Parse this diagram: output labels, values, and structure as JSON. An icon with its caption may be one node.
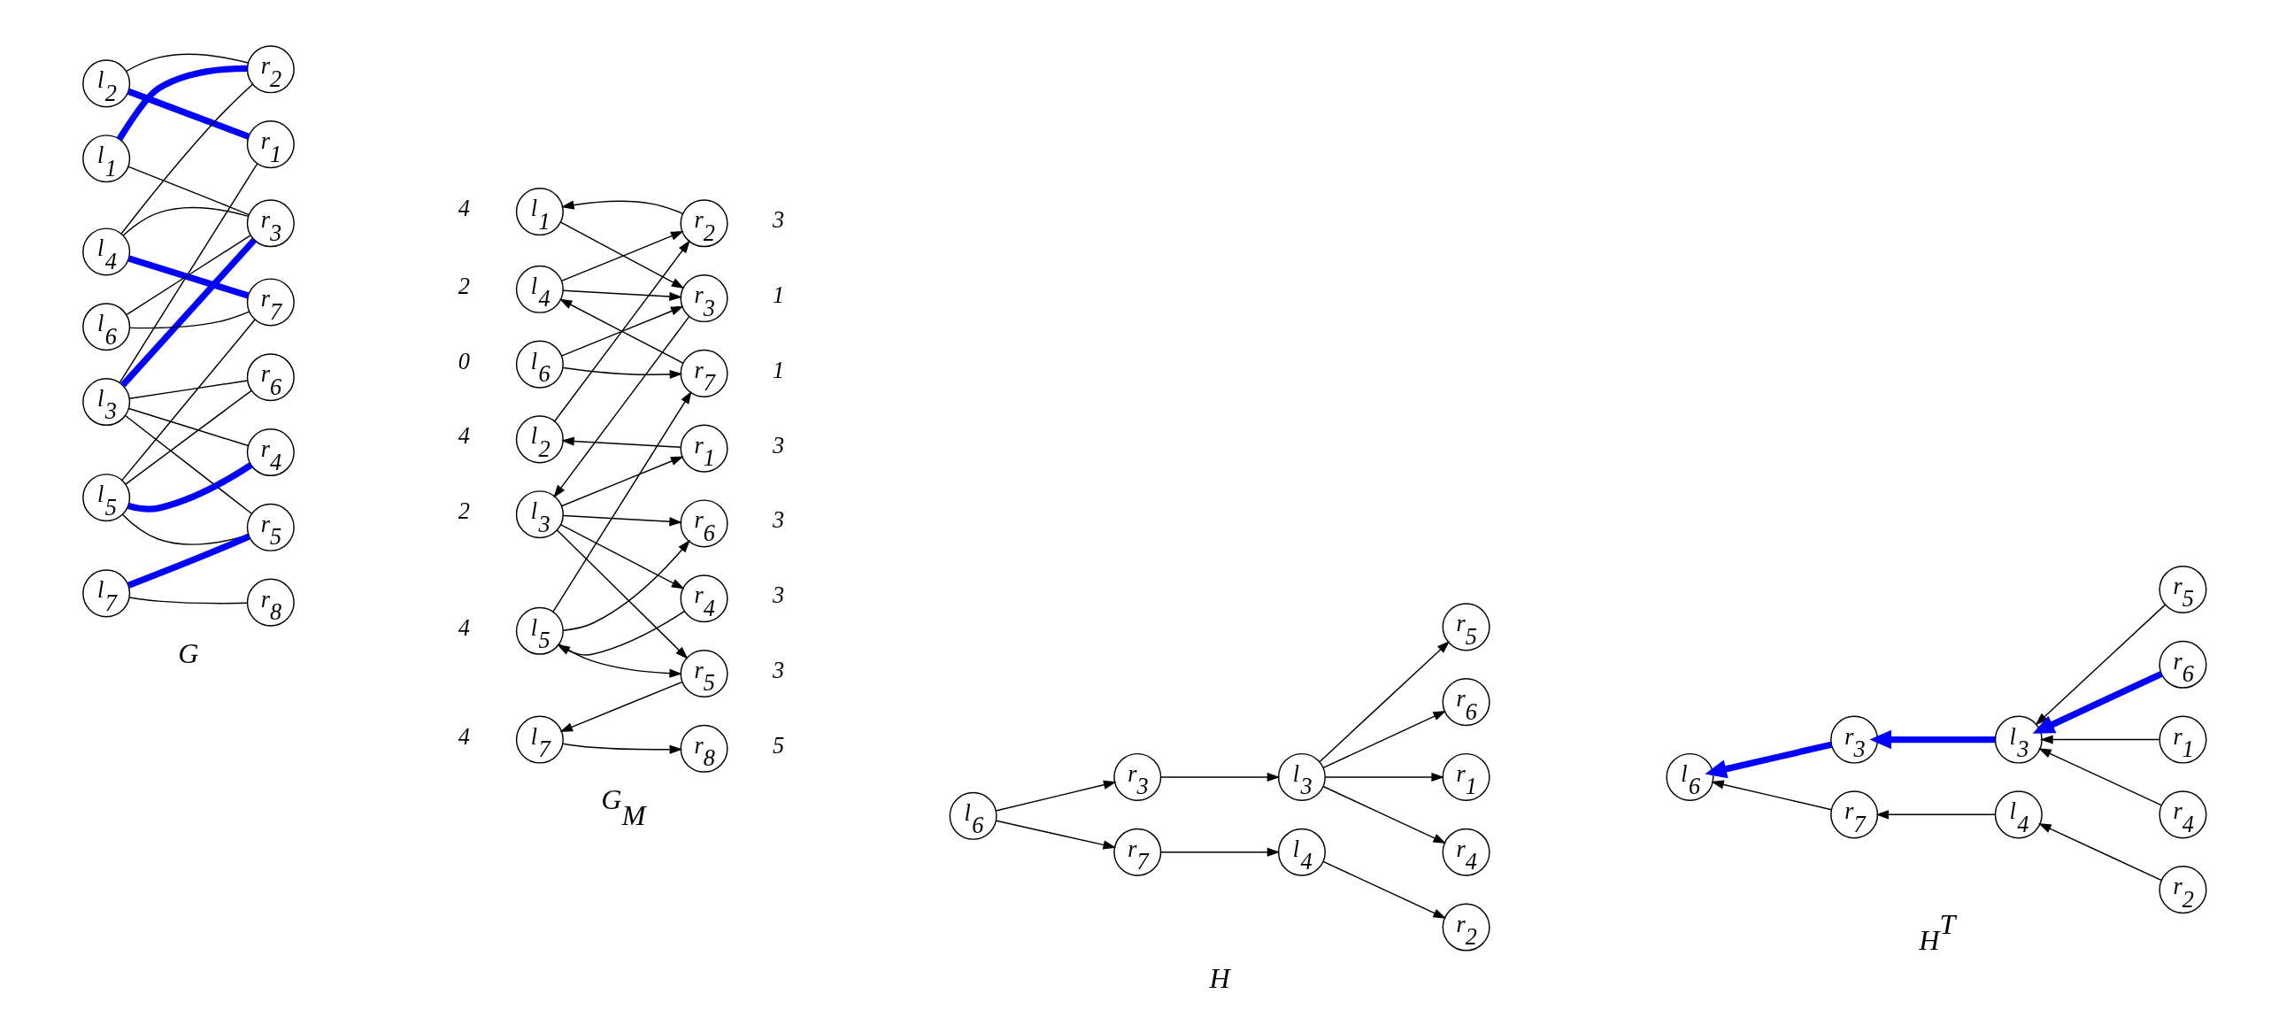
{
  "diagram": {
    "nodes": [
      {
        "text": [
          "l$_{1}$"
        ]
      },
      {
        "text": [
          "l$_{2}$"
        ]
      },
      {
        "text": [
          "l$_{3}$"
        ]
      },
      {
        "text": [
          "l$_{4}$"
        ]
      },
      {
        "text": [
          "l$_{5}$"
        ]
      },
      {
        "text": [
          "l$_{6}$"
        ]
      },
      {
        "text": [
          "l$_{7}$"
        ]
      },
      {
        "text": [
          "r$_{1}$"
        ]
      },
      {
        "text": [
          "r$_{2}$"
        ]
      },
      {
        "text": [
          "r$_{3}$"
        ]
      },
      {
        "text": [
          "r$_{4}$"
        ]
      },
      {
        "text": [
          "r$_{5}$"
        ]
      },
      {
        "text": [
          "r$_{6}$"
        ]
      },
      {
        "text": [
          "r$_{7}$"
        ]
      },
      {
        "text": [
          "r$_{8}$"
        ]
      },
      {
        "text": [
          "l$_{1}$"
        ],
        "beside": [
          "4"
        ]
      },
      {
        "text": [
          "l$_{2}$"
        ],
        "beside": [
          "4"
        ]
      },
      {
        "text": [
          "l$_{3}$"
        ],
        "beside": [
          "2"
        ]
      },
      {
        "text": [
          "l$_{4}$"
        ],
        "beside": [
          "2"
        ]
      },
      {
        "text": [
          "l$_{5}$"
        ],
        "beside": [
          "4"
        ]
      },
      {
        "text": [
          "l$_{6}$"
        ],
        "beside": [
          "0"
        ]
      },
      {
        "text": [
          "l$_{7}$"
        ],
        "beside": [
          "4"
        ]
      },
      {
        "text": [
          "r$_{1}$"
        ],
        "beside": [
          "3"
        ]
      },
      {
        "text": [
          "r$_{2}$"
        ],
        "beside": [
          "3"
        ]
      },
      {
        "text": [
          "r$_{3}$"
        ],
        "beside": [
          "1"
        ]
      },
      {
        "text": [
          "r$_{4}$"
        ],
        "beside": [
          "3"
        ]
      },
      {
        "text": [
          "r$_{5}$"
        ],
        "beside": [
          "3"
        ]
      },
      {
        "text": [
          "r$_{6}$"
        ],
        "beside": [
          "3"
        ]
      },
      {
        "text": [
          "r$_{7}$"
        ],
        "beside": [
          "1"
        ]
      },
      {
        "text": [
          "r$_{8}$"
        ],
        "beside": [
          "5"
        ]
      },
      {
        "text": [
          "l$_{6}$"
        ]
      },
      {
        "text": [
          "r$_{3}$"
        ]
      },
      {
        "text": [
          "r$_{7}$"
        ]
      },
      {
        "text": [
          "l$_{3}$"
        ]
      },
      {
        "text": [
          "l$_{4}$"
        ]
      },
      {
        "text": [
          "r$_{1}$"
        ]
      },
      {
        "text": [
          "r$_{2}$"
        ]
      },
      {
        "text": [
          "r$_{4}$"
        ]
      },
      {
        "text": [
          "r$_{5}$"
        ]
      },
      {
        "text": [
          "r$_{6}$"
        ]
      },
      {
        "text": [
          "l$_{6}$"
        ]
      },
      {
        "text": [
          "r$_{3}$"
        ]
      },
      {
        "text": [
          "r$_{7}$"
        ]
      },
      {
        "text": [
          "l$_{3}$"
        ]
      },
      {
        "text": [
          "l$_{4}$"
        ]
      },
      {
        "text": [
          "r$_{1}$"
        ]
      },
      {
        "text": [
          "r$_{2}$"
        ]
      },
      {
        "text": [
          "r$_{4}$"
        ]
      },
      {
        "text": [
          "r$_{5}$"
        ]
      },
      {
        "text": [
          "r$_{6}$"
        ]
      }
    ],
    "edges": [
      {
        "from": 0,
        "to": 8,
        "arrow": "none",
        "style": "thick",
        "color": "#0000ff"
      },
      {
        "from": 0,
        "to": 9,
        "arrow": "none"
      },
      {
        "from": 1,
        "to": 7,
        "arrow": "none",
        "style": "thick",
        "color": "#0000ff"
      },
      {
        "from": 1,
        "to": 8,
        "arrow": "none"
      },
      {
        "from": 2,
        "to": 7,
        "arrow": "none"
      },
      {
        "from": 2,
        "to": 9,
        "arrow": "none",
        "style": "thick",
        "color": "#0000ff"
      },
      {
        "from": 2,
        "to": 10,
        "arrow": "none"
      },
      {
        "from": 2,
        "to": 11,
        "arrow": "none"
      },
      {
        "from": 2,
        "to": 12,
        "arrow": "none"
      },
      {
        "from": 3,
        "to": 8,
        "arrow": "none"
      },
      {
        "from": 3,
        "to": 9,
        "arrow": "none"
      },
      {
        "from": 3,
        "to": 13,
        "arrow": "none",
        "style": "thick",
        "color": "#0000ff"
      },
      {
        "from": 4,
        "to": 10,
        "arrow": "none",
        "style": "thick",
        "color": "#0000ff"
      },
      {
        "from": 4,
        "to": 11,
        "arrow": "none"
      },
      {
        "from": 4,
        "to": 12,
        "arrow": "none"
      },
      {
        "from": 4,
        "to": 13,
        "arrow": "none"
      },
      {
        "from": 5,
        "to": 9,
        "arrow": "none"
      },
      {
        "from": 5,
        "to": 13,
        "arrow": "none"
      },
      {
        "from": 6,
        "to": 11,
        "arrow": "none",
        "style": "thick",
        "color": "#0000ff"
      },
      {
        "from": 6,
        "to": 14,
        "arrow": "none"
      },
      {
        "from": 23,
        "to": 15,
        "arrow": "to"
      },
      {
        "from": 15,
        "to": 24,
        "arrow": "to"
      },
      {
        "from": 22,
        "to": 16,
        "arrow": "to"
      },
      {
        "from": 16,
        "to": 23,
        "arrow": "to"
      },
      {
        "from": 17,
        "to": 22,
        "arrow": "to"
      },
      {
        "from": 24,
        "to": 17,
        "arrow": "to"
      },
      {
        "from": 17,
        "to": 25,
        "arrow": "to"
      },
      {
        "from": 17,
        "to": 26,
        "arrow": "to"
      },
      {
        "from": 17,
        "to": 27,
        "arrow": "to"
      },
      {
        "from": 18,
        "to": 23,
        "arrow": "to"
      },
      {
        "from": 18,
        "to": 24,
        "arrow": "to"
      },
      {
        "from": 28,
        "to": 18,
        "arrow": "to"
      },
      {
        "from": 25,
        "to": 19,
        "arrow": "to"
      },
      {
        "from": 19,
        "to": 26,
        "arrow": "to"
      },
      {
        "from": 19,
        "to": 27,
        "arrow": "to"
      },
      {
        "from": 19,
        "to": 28,
        "arrow": "to"
      },
      {
        "from": 20,
        "to": 24,
        "arrow": "to"
      },
      {
        "from": 20,
        "to": 28,
        "arrow": "to"
      },
      {
        "from": 26,
        "to": 21,
        "arrow": "to"
      },
      {
        "from": 21,
        "to": 29,
        "arrow": "to"
      },
      {
        "from": 30,
        "to": 31,
        "arrow": "to"
      },
      {
        "from": 30,
        "to": 32,
        "arrow": "to"
      },
      {
        "from": 31,
        "to": 33,
        "arrow": "to"
      },
      {
        "from": 32,
        "to": 34,
        "arrow": "to"
      },
      {
        "from": 33,
        "to": 35,
        "arrow": "to"
      },
      {
        "from": 34,
        "to": 36,
        "arrow": "to"
      },
      {
        "from": 33,
        "to": 37,
        "arrow": "to"
      },
      {
        "from": 33,
        "to": 38,
        "arrow": "to"
      },
      {
        "from": 33,
        "to": 39,
        "arrow": "to"
      },
      {
        "from": 41,
        "to": 40,
        "arrow": "to",
        "style": "thick",
        "color": "#0000ff"
      },
      {
        "from": 42,
        "to": 40,
        "arrow": "to"
      },
      {
        "from": 43,
        "to": 41,
        "arrow": "to",
        "style": "thick",
        "color": "#0000ff"
      },
      {
        "from": 44,
        "to": 42,
        "arrow": "to"
      },
      {
        "from": 45,
        "to": 43,
        "arrow": "to"
      },
      {
        "from": 46,
        "to": 44,
        "arrow": "to"
      },
      {
        "from": 47,
        "to": 43,
        "arrow": "to"
      },
      {
        "from": 48,
        "to": 43,
        "arrow": "to"
      },
      {
        "from": 49,
        "to": 43,
        "arrow": "to",
        "style": "thick",
        "color": "#0000ff"
      }
    ],
    "labels": [
      "G",
      "G$_{M}$",
      "H",
      "H$^{T}$"
    ]
  }
}
